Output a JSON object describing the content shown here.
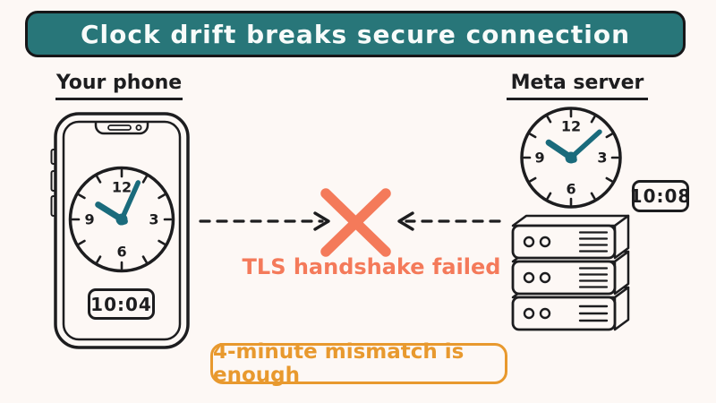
{
  "title": {
    "text": "Clock drift breaks secure connection"
  },
  "colors": {
    "background": "#fdf8f5",
    "banner": "#287679",
    "banner_text": "#f7fbfa",
    "ink": "#1d1d1f",
    "clock_hand": "#1a6b7c",
    "fail": "#f47a5a",
    "warn": "#e8992e"
  },
  "phone": {
    "label": "Your phone",
    "time": "10:04"
  },
  "server": {
    "label": "Meta server",
    "time": "10:08"
  },
  "clock_numerals": [
    "12",
    "3",
    "6",
    "9"
  ],
  "center": {
    "fail_icon": "x-mark",
    "left_arrow_icon": "dashed-arrow-right",
    "right_arrow_icon": "dashed-arrow-left",
    "fail_text": "TLS handshake failed"
  },
  "note": {
    "text": "4-minute mismatch is enough"
  }
}
